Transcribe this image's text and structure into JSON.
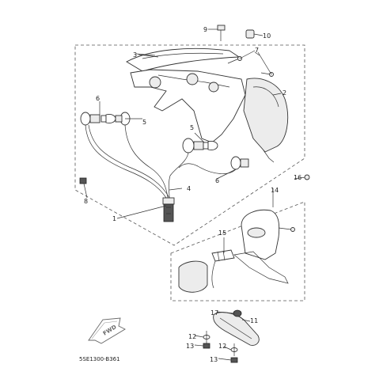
{
  "diagram": {
    "code": "5SE1300-B361",
    "fwd_label": "FWD",
    "callouts": {
      "c1": "1",
      "c2": "2",
      "c3": "3",
      "c4": "4",
      "c5a": "5",
      "c5b": "5",
      "c6a": "6",
      "c6b": "6",
      "c7": "7",
      "c8": "8",
      "c9": "9",
      "c10": "10",
      "c11": "11",
      "c12a": "12",
      "c12b": "12",
      "c13a": "13",
      "c13b": "13",
      "c14": "14",
      "c15": "15",
      "c16": "16",
      "c17": "17"
    }
  }
}
